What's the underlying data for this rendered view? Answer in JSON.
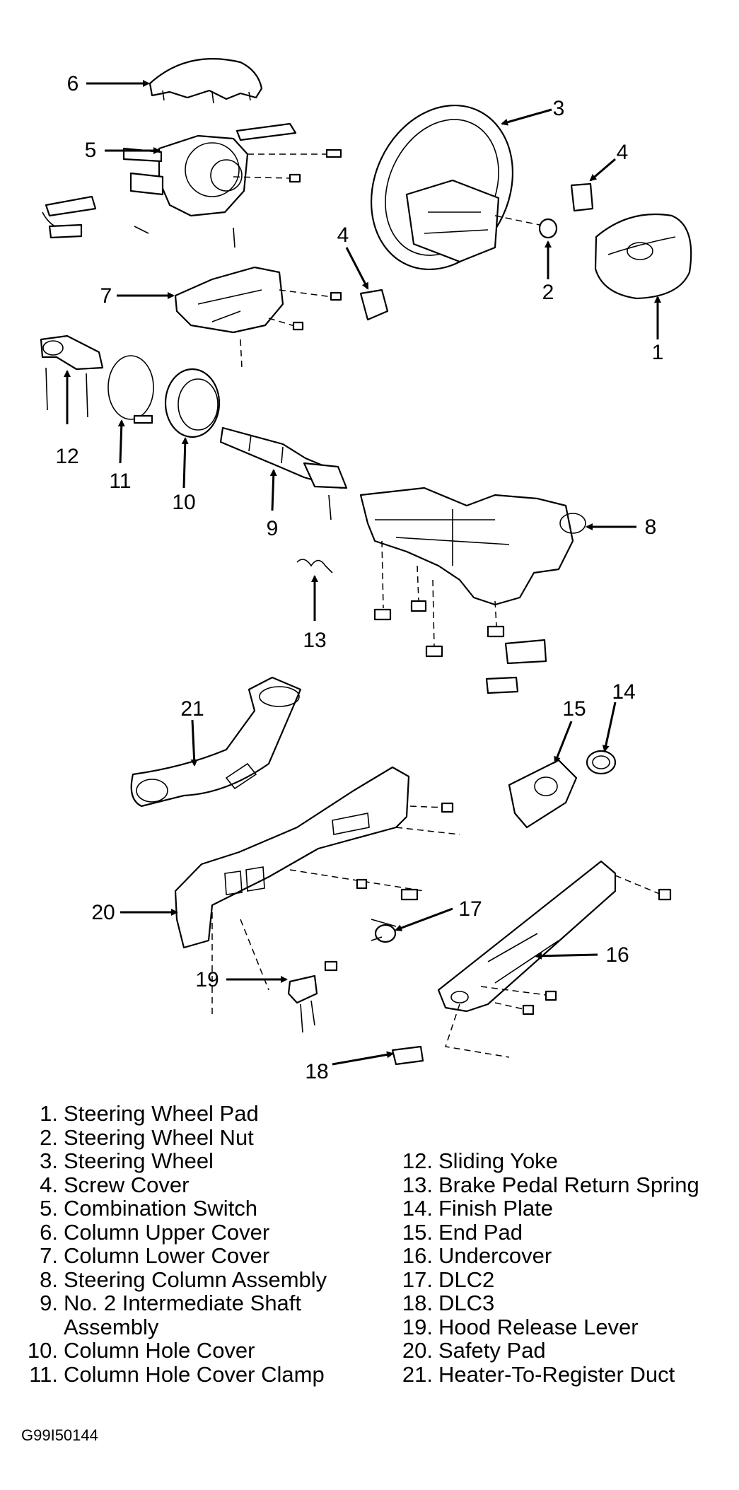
{
  "callouts": [
    "1",
    "2",
    "3",
    "4",
    "5",
    "6",
    "7",
    "8",
    "9",
    "10",
    "11",
    "12",
    "13",
    "14",
    "15",
    "16",
    "17",
    "18",
    "19",
    "20",
    "21"
  ],
  "legend_left": [
    {
      "num": "1.",
      "text": "Steering Wheel Pad"
    },
    {
      "num": "2.",
      "text": "Steering Wheel Nut"
    },
    {
      "num": "3.",
      "text": "Steering Wheel"
    },
    {
      "num": "4.",
      "text": "Screw Cover"
    },
    {
      "num": "5.",
      "text": "Combination Switch"
    },
    {
      "num": "6.",
      "text": "Column Upper Cover"
    },
    {
      "num": "7.",
      "text": "Column Lower Cover"
    },
    {
      "num": "8.",
      "text": "Steering Column Assembly"
    },
    {
      "num": "9.",
      "text": "No. 2 Intermediate Shaft",
      "cont": "Assembly"
    },
    {
      "num": "10.",
      "text": "Column Hole Cover"
    },
    {
      "num": "11.",
      "text": "Column Hole Cover Clamp"
    }
  ],
  "legend_right": [
    {
      "num": "12.",
      "text": "Sliding Yoke"
    },
    {
      "num": "13.",
      "text": "Brake Pedal Return Spring"
    },
    {
      "num": "14.",
      "text": "Finish Plate"
    },
    {
      "num": "15.",
      "text": "End Pad"
    },
    {
      "num": "16.",
      "text": "Undercover"
    },
    {
      "num": "17.",
      "text": "DLC2"
    },
    {
      "num": "18.",
      "text": "DLC3"
    },
    {
      "num": "19.",
      "text": "Hood Release Lever"
    },
    {
      "num": "20.",
      "text": "Safety Pad"
    },
    {
      "num": "21.",
      "text": "Heater-To-Register Duct"
    }
  ],
  "figure_code": "G99I50144"
}
